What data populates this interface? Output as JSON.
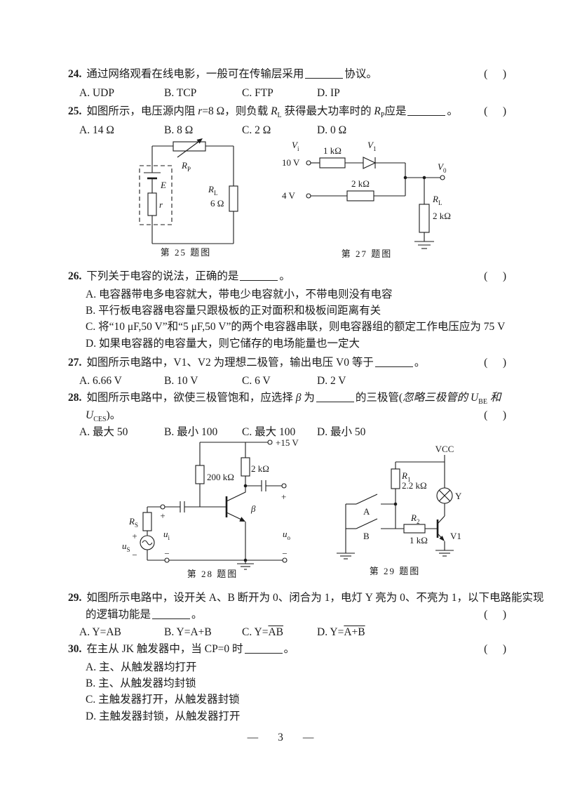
{
  "bracket": "(　)",
  "footer": {
    "dash": "—",
    "page": "3"
  },
  "q24": {
    "no": "24.",
    "s1": "通过网络观看在线电影，一般可在传输层采用",
    "s2": "协议。",
    "opts": [
      {
        "l": "A.",
        "t": "UDP"
      },
      {
        "l": "B.",
        "t": "TCP"
      },
      {
        "l": "C.",
        "t": "FTP"
      },
      {
        "l": "D.",
        "t": "IP"
      }
    ]
  },
  "q25": {
    "no": "25.",
    "s1": "如图所示，电压源内阻 ",
    "rvar": "r",
    "s2": "=8 Ω，则负载 ",
    "RL": "R",
    "RLsub": "L",
    "s3": " 获得最大功率时的 ",
    "RP": "R",
    "RPsub": "P",
    "s4": "应是",
    "s5": "。",
    "opts": [
      {
        "l": "A.",
        "t": "14 Ω"
      },
      {
        "l": "B.",
        "t": "8 Ω"
      },
      {
        "l": "C.",
        "t": "2 Ω"
      },
      {
        "l": "D.",
        "t": "0 Ω"
      }
    ]
  },
  "q26": {
    "no": "26.",
    "s1": "下列关于电容的说法，正确的是",
    "s2": "。",
    "opts": [
      {
        "l": "A.",
        "t": "电容器带电多电容就大，带电少电容就小，不带电则没有电容"
      },
      {
        "l": "B.",
        "t": "平行板电容器电容量只跟极板的正对面积和极板间距离有关"
      },
      {
        "l": "C.",
        "t": "将“10 μF,50 V”和“5 μF,50 V”的两个电容器串联，则电容器组的额定工作电压应为 75 V"
      },
      {
        "l": "D.",
        "t": "如果电容器的电容量大，则它储存的电场能量也一定大"
      }
    ]
  },
  "q27": {
    "no": "27.",
    "s1": "如图所示电路中，V1、V2 为理想二极管，输出电压 V0 等于",
    "s2": "。",
    "opts": [
      {
        "l": "A.",
        "t": "6.66 V"
      },
      {
        "l": "B.",
        "t": "10 V"
      },
      {
        "l": "C.",
        "t": "6 V"
      },
      {
        "l": "D.",
        "t": "2 V"
      }
    ]
  },
  "q28": {
    "no": "28.",
    "s1": "如图所示电路中，欲使三极管饱和，应选择 ",
    "beta": "β",
    "s2": " 为",
    "s3": "的三极管(",
    "s4": "忽略三极管的 ",
    "U": "U",
    "Usub1": "BE",
    "s5": " 和",
    "Usub2": "CES",
    "s6": ")。",
    "opts": [
      {
        "l": "A.",
        "t": "最大 50"
      },
      {
        "l": "B.",
        "t": "最小 100"
      },
      {
        "l": "C.",
        "t": "最大 100"
      },
      {
        "l": "D.",
        "t": "最小 50"
      }
    ]
  },
  "q29": {
    "no": "29.",
    "s1": "如图所示电路中，设开关 A、B 断开为 0、闭合为 1，电灯 Y 亮为 0、不亮为 1，以下电路能实现",
    "s2": "的逻辑功能是",
    "s3": "。",
    "opts": [
      {
        "l": "A.",
        "pre": "Y=AB",
        "over": ""
      },
      {
        "l": "B.",
        "pre": "Y=A+B",
        "over": ""
      },
      {
        "l": "C.",
        "pre": "Y=",
        "over": "AB"
      },
      {
        "l": "D.",
        "pre": "Y=",
        "over": "A+B"
      }
    ]
  },
  "q30": {
    "no": "30.",
    "s1": "在主从 JK 触发器中，当 CP=0 时",
    "s2": "。",
    "opts": [
      {
        "l": "A.",
        "t": "主、从触发器均打开"
      },
      {
        "l": "B.",
        "t": "主、从触发器均封锁"
      },
      {
        "l": "C.",
        "t": "主触发器打开，从触发器封锁"
      },
      {
        "l": "D.",
        "t": "主触发器封锁，从触发器打开"
      }
    ]
  },
  "fig25": {
    "caption": "第 25 题图",
    "RP": "R",
    "RPsub": "P",
    "E": "E",
    "rlab": "r",
    "RL": "R",
    "RLsub": "L",
    "RLval": "6 Ω"
  },
  "fig27": {
    "caption": "第 27 题图",
    "Vi": "V",
    "Visub": "i",
    "v10": "10 V",
    "v4": "4 V",
    "r1": "1 kΩ",
    "r2": "2 kΩ",
    "V1": "V",
    "V1sub": "1",
    "Vo": "V",
    "Vosub": "0",
    "RL": "R",
    "RLsub": "L",
    "RLval": "2 kΩ"
  },
  "fig28": {
    "caption": "第 28 题图",
    "vcc": "+15 V",
    "rb": "200 kΩ",
    "rc": "2 kΩ",
    "beta": "β",
    "RS": "R",
    "RSsub": "S",
    "uS": "u",
    "uSsub": "S",
    "ui": "u",
    "uisub": "i",
    "uo": "u",
    "uosub": "o",
    "plus": "+",
    "minus": "−"
  },
  "fig29": {
    "caption": "第 29 题图",
    "vcc": "VCC",
    "R1": "R",
    "R1sub": "1",
    "R1val": "2.2 kΩ",
    "R2": "R",
    "R2sub": "2",
    "R2val": "1 kΩ",
    "A": "A",
    "B": "B",
    "Y": "Y",
    "V1": "V1"
  }
}
